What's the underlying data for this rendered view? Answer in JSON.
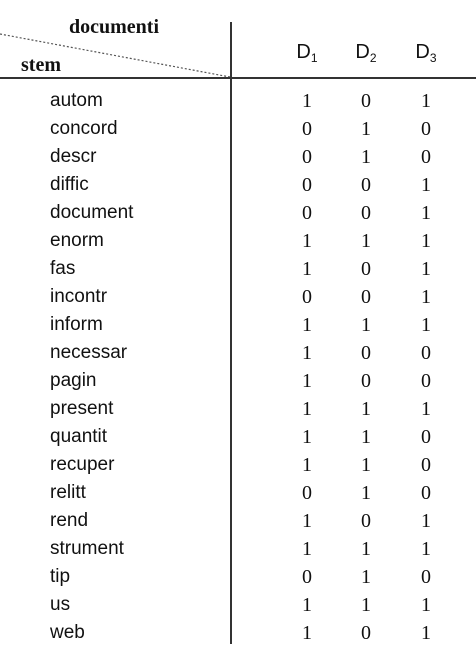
{
  "table": {
    "header": {
      "top_label": "documenti",
      "left_label": "stem",
      "columns": [
        {
          "base": "D",
          "sub": "1"
        },
        {
          "base": "D",
          "sub": "2"
        },
        {
          "base": "D",
          "sub": "3"
        }
      ]
    },
    "rows": [
      {
        "stem": "autom",
        "values": [
          "1",
          "0",
          "1"
        ]
      },
      {
        "stem": "concord",
        "values": [
          "0",
          "1",
          "0"
        ]
      },
      {
        "stem": "descr",
        "values": [
          "0",
          "1",
          "0"
        ]
      },
      {
        "stem": "diffic",
        "values": [
          "0",
          "0",
          "1"
        ]
      },
      {
        "stem": "document",
        "values": [
          "0",
          "0",
          "1"
        ]
      },
      {
        "stem": "enorm",
        "values": [
          "1",
          "1",
          "1"
        ]
      },
      {
        "stem": "fas",
        "values": [
          "1",
          "0",
          "1"
        ]
      },
      {
        "stem": "incontr",
        "values": [
          "0",
          "0",
          "1"
        ]
      },
      {
        "stem": "inform",
        "values": [
          "1",
          "1",
          "1"
        ]
      },
      {
        "stem": "necessar",
        "values": [
          "1",
          "0",
          "0"
        ]
      },
      {
        "stem": "pagin",
        "values": [
          "1",
          "0",
          "0"
        ]
      },
      {
        "stem": "present",
        "values": [
          "1",
          "1",
          "1"
        ]
      },
      {
        "stem": "quantit",
        "values": [
          "1",
          "1",
          "0"
        ]
      },
      {
        "stem": "recuper",
        "values": [
          "1",
          "1",
          "0"
        ]
      },
      {
        "stem": "relitt",
        "values": [
          "0",
          "1",
          "0"
        ]
      },
      {
        "stem": "rend",
        "values": [
          "1",
          "0",
          "1"
        ]
      },
      {
        "stem": "strument",
        "values": [
          "1",
          "1",
          "1"
        ]
      },
      {
        "stem": "tip",
        "values": [
          "0",
          "1",
          "0"
        ]
      },
      {
        "stem": "us",
        "values": [
          "1",
          "1",
          "1"
        ]
      },
      {
        "stem": "web",
        "values": [
          "1",
          "0",
          "1"
        ]
      }
    ]
  }
}
